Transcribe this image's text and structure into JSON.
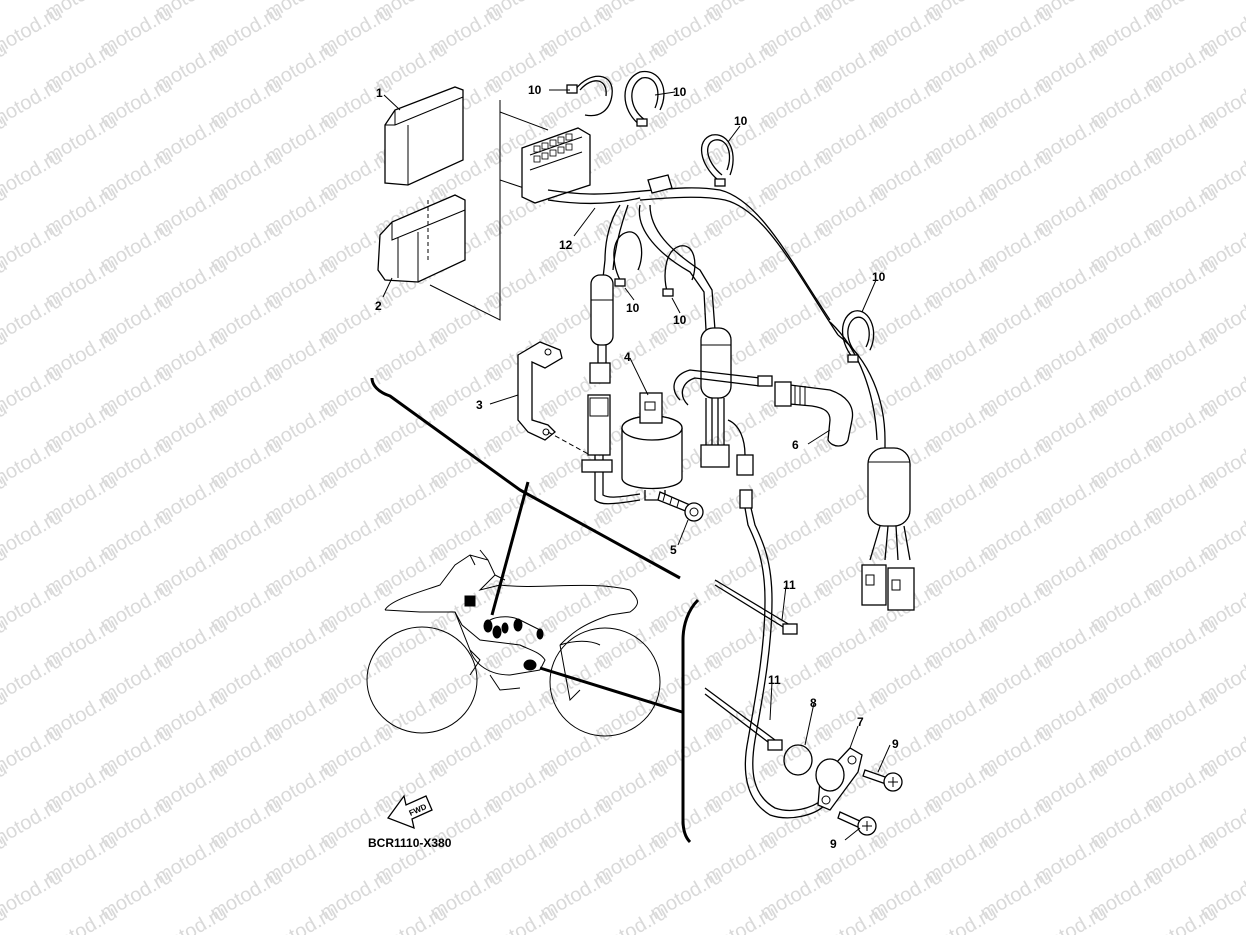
{
  "watermark": "motod.ru",
  "diagram_code": "BCR1110-X380",
  "fwd_label": "FWD",
  "callouts": {
    "c1": "1",
    "c2": "2",
    "c3": "3",
    "c4": "4",
    "c5": "5",
    "c6": "6",
    "c7": "7",
    "c8": "8",
    "c9a": "9",
    "c9b": "9",
    "c10a": "10",
    "c10b": "10",
    "c10c": "10",
    "c10d": "10",
    "c10e": "10",
    "c10f": "10",
    "c11a": "11",
    "c11b": "11",
    "c12": "12"
  }
}
